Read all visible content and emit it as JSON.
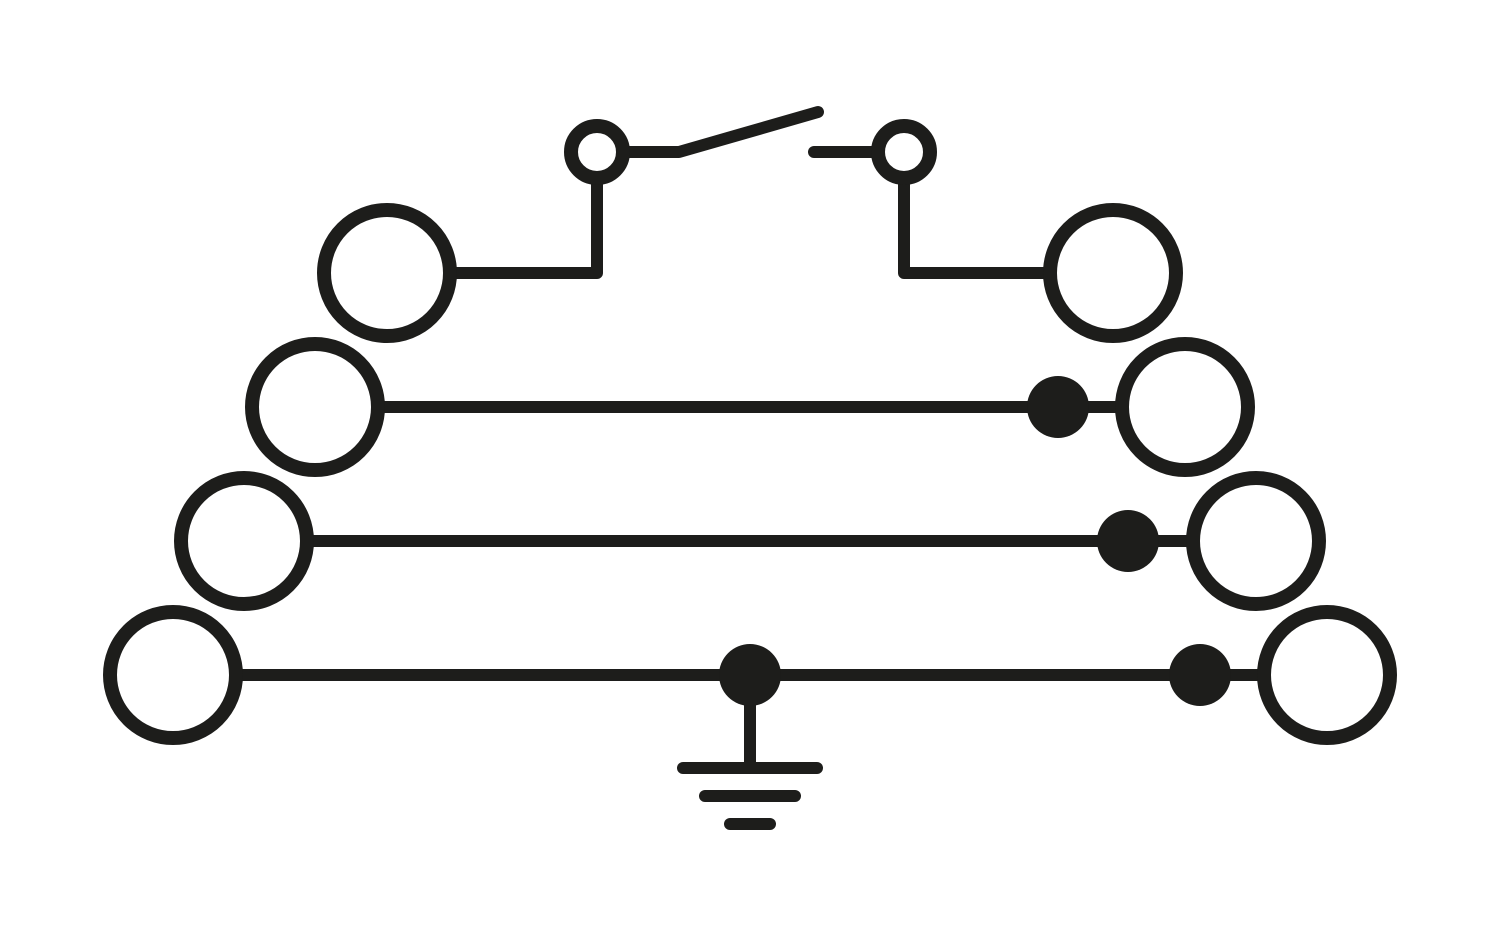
{
  "diagram": {
    "kind": "terminal-block-schematic",
    "colors": {
      "stroke": "#1d1d1b",
      "background": "#ffffff"
    },
    "levels": [
      {
        "name": "level-1",
        "element": "switch"
      },
      {
        "name": "level-2",
        "element": "through-connection"
      },
      {
        "name": "level-3",
        "element": "through-connection"
      },
      {
        "name": "level-4",
        "element": "ground-connection"
      }
    ],
    "symbols": [
      "terminal-circle",
      "switch",
      "junction-dot",
      "ground-symbol"
    ]
  }
}
